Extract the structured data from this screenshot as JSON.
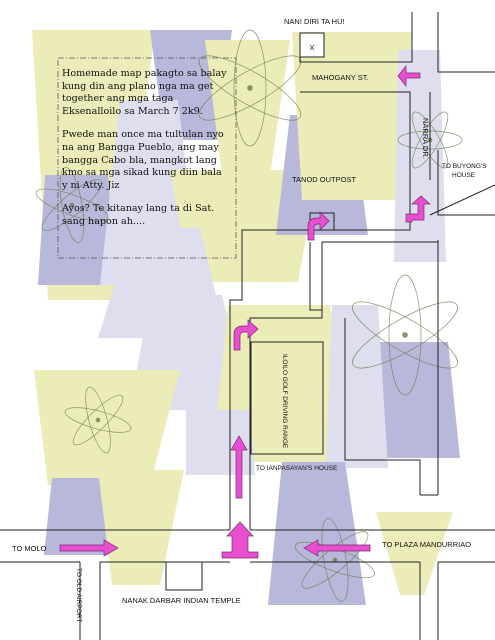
{
  "note": {
    "paragraph_1": "Homemade map pakagto sa balay kung din ang plano nga ma get together ang mga taga Eksenalloilo sa March 7 2k9.",
    "paragraph_2": "Pwede man once ma tultulan nyo na ang Bangga Pueblo, ang may bangga Cabo bla, mangkot lang kmo sa mga sikad kung diin bala y ni Atty. Jiz",
    "paragraph_3": "Ayos? Te kitanay lang ta di Sat. sang hapon ah...."
  },
  "labels": {
    "destination": "NAN! DIRI TA HU!",
    "destination_mark": "X",
    "mahogany": "MAHOGANY ST.",
    "narra": "NARRA DR.",
    "buyong_1": "TO BUYONG'S",
    "buyong_2": "HOUSE",
    "tanod": "TANOD OUTPOST",
    "golf": "ILOILO GOLF DRIVING RANGE",
    "ianpasayan": "TO IANPASAYAN'S HOUSE",
    "molo": "TO MOLO",
    "plaza": "TO PLAZA MANDURRIAO",
    "airport": "TO OLD AIRPORT",
    "temple": "NANAK DARBAR INDIAN TEMPLE"
  },
  "colors": {
    "yellow": "#ececb8",
    "lavender": "#b8b8da",
    "light_lavender": "#dedeee",
    "arrow": "#e84fd0",
    "road": "#222222"
  }
}
